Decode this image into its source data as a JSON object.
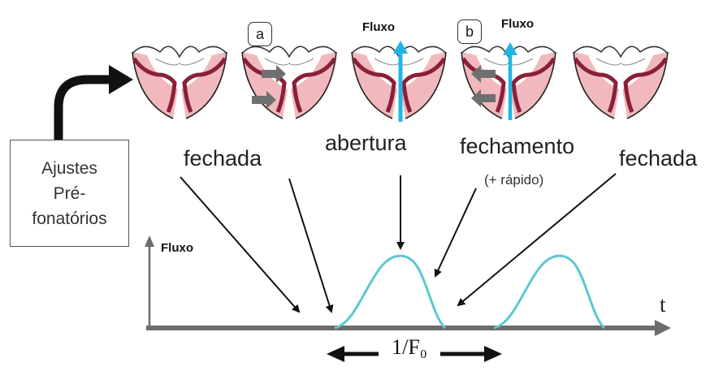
{
  "labels": {
    "box_line1": "Ajustes",
    "box_line2": "Pré-",
    "box_line3": "fonatórios",
    "bubble_a": "a",
    "bubble_b": "b",
    "flux_top_1": "Fluxo",
    "flux_top_2": "Fluxo",
    "phase_closed_1": "fechada",
    "phase_opening": "abertura",
    "phase_closing": "fechamento",
    "phase_closing_note": "(+ rápido)",
    "phase_closed_2": "fechada",
    "axis_y": "Fluxo",
    "axis_t": "t",
    "period": "1/F₀"
  },
  "icons": {
    "vocal_folds": "vocal-folds-icon",
    "flow_arrow": "flow-arrow-icon",
    "gray_arrow": "gray-arrow-icon"
  },
  "colors": {
    "flow_curve": "#5bc8d0",
    "flow_arrow": "#1fb6e6",
    "tissue": "#f1b9bd",
    "fold_edge": "#8a1f3a",
    "axis": "#6c6c6c"
  }
}
